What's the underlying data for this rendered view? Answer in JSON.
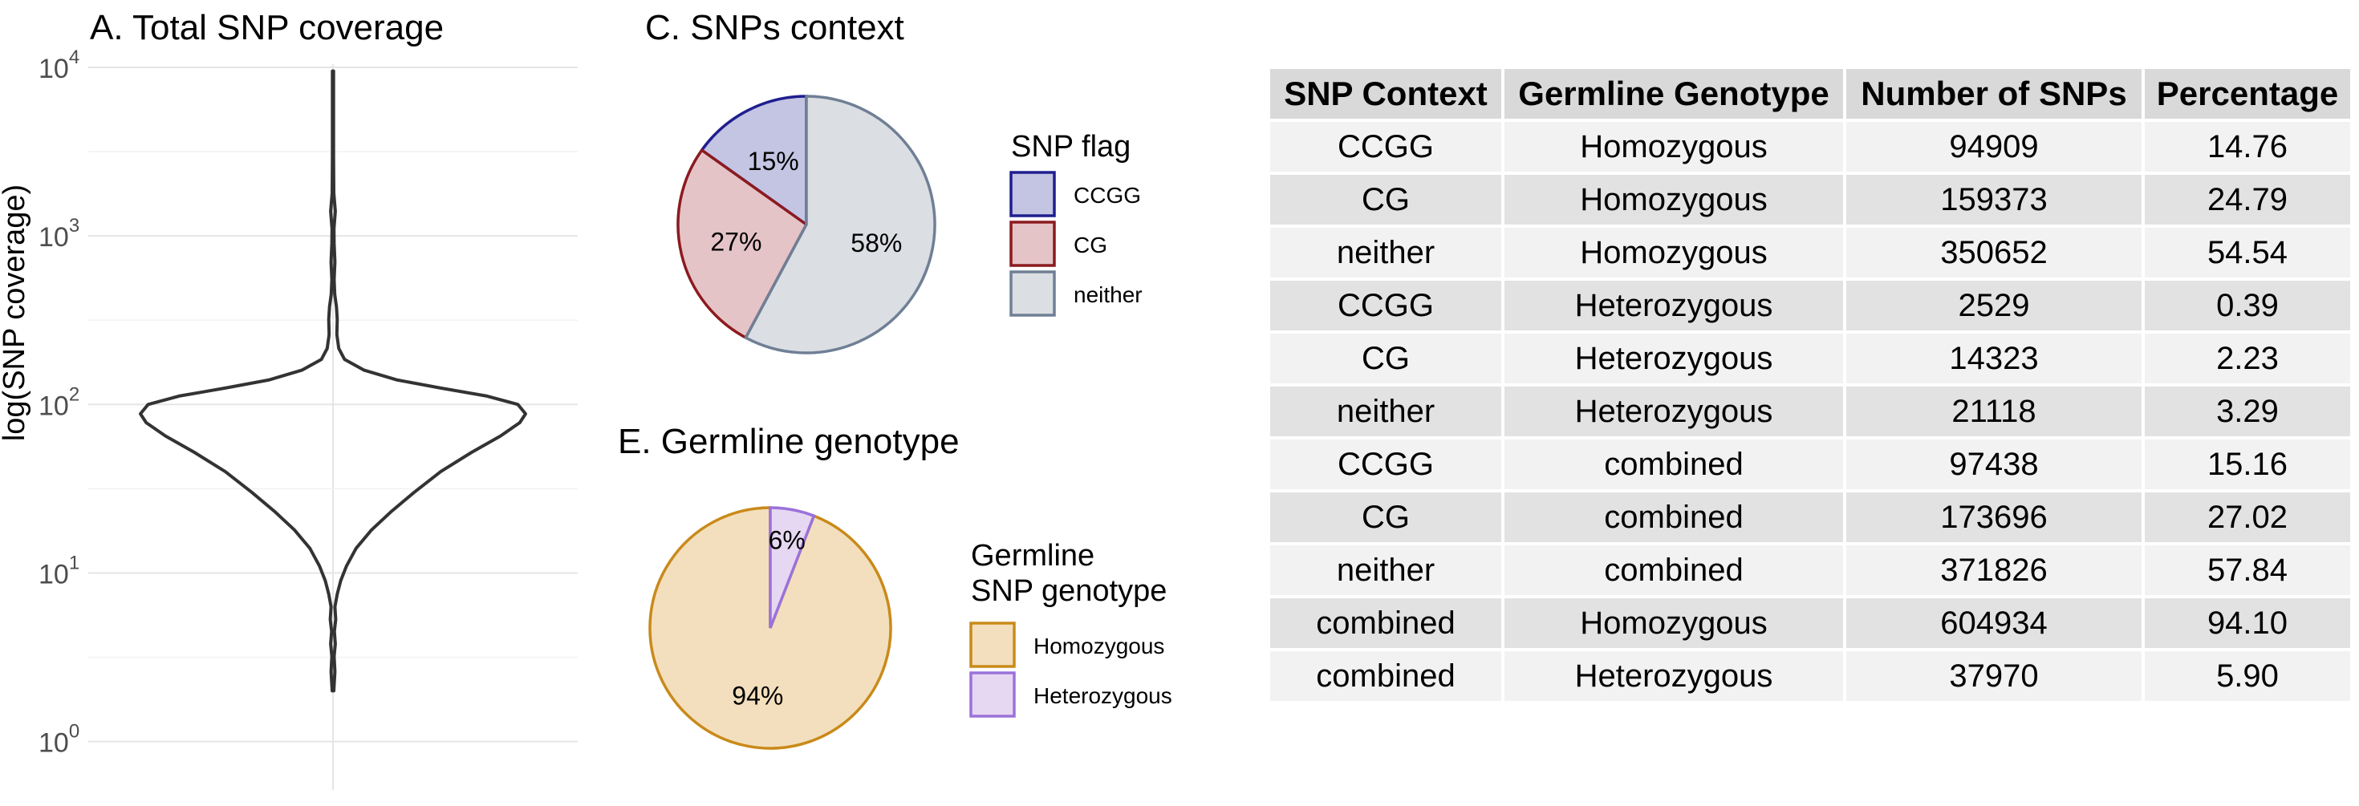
{
  "chart_data": [
    {
      "panel": "A",
      "type": "violin",
      "title": "A. Total SNP coverage",
      "ylabel": "log(SNP coverage)",
      "yscale": "log10",
      "ylim": [
        0.8,
        13000
      ],
      "yticks": [
        {
          "value": 1,
          "base": "10",
          "exp": "0"
        },
        {
          "value": 10,
          "base": "10",
          "exp": "1"
        },
        {
          "value": 100,
          "base": "10",
          "exp": "2"
        },
        {
          "value": 1000,
          "base": "10",
          "exp": "3"
        },
        {
          "value": 10000,
          "base": "10",
          "exp": "4"
        }
      ],
      "grid": true,
      "color": "#333333",
      "profile": [
        {
          "y": 2.0,
          "w": 0.004
        },
        {
          "y": 2.6,
          "w": 0.01
        },
        {
          "y": 3.2,
          "w": 0.006
        },
        {
          "y": 3.8,
          "w": 0.012
        },
        {
          "y": 4.5,
          "w": 0.007
        },
        {
          "y": 5.3,
          "w": 0.014
        },
        {
          "y": 6.3,
          "w": 0.01
        },
        {
          "y": 7.5,
          "w": 0.022
        },
        {
          "y": 9.0,
          "w": 0.04
        },
        {
          "y": 11,
          "w": 0.07
        },
        {
          "y": 14,
          "w": 0.12
        },
        {
          "y": 18,
          "w": 0.2
        },
        {
          "y": 23,
          "w": 0.3
        },
        {
          "y": 30,
          "w": 0.42
        },
        {
          "y": 40,
          "w": 0.56
        },
        {
          "y": 52,
          "w": 0.72
        },
        {
          "y": 65,
          "w": 0.87
        },
        {
          "y": 78,
          "w": 0.97
        },
        {
          "y": 88,
          "w": 1.0
        },
        {
          "y": 100,
          "w": 0.96
        },
        {
          "y": 112,
          "w": 0.8
        },
        {
          "y": 125,
          "w": 0.56
        },
        {
          "y": 140,
          "w": 0.33
        },
        {
          "y": 160,
          "w": 0.16
        },
        {
          "y": 185,
          "w": 0.06
        },
        {
          "y": 215,
          "w": 0.03
        },
        {
          "y": 260,
          "w": 0.02
        },
        {
          "y": 320,
          "w": 0.022
        },
        {
          "y": 380,
          "w": 0.018
        },
        {
          "y": 450,
          "w": 0.009
        },
        {
          "y": 550,
          "w": 0.006
        },
        {
          "y": 700,
          "w": 0.01
        },
        {
          "y": 900,
          "w": 0.006
        },
        {
          "y": 1100,
          "w": 0.005
        },
        {
          "y": 1400,
          "w": 0.012
        },
        {
          "y": 1800,
          "w": 0.004
        },
        {
          "y": 3000,
          "w": 0.003
        },
        {
          "y": 6000,
          "w": 0.003
        },
        {
          "y": 9500,
          "w": 0.003
        }
      ]
    },
    {
      "panel": "C",
      "type": "pie",
      "title": "C. SNPs context",
      "legend_title": "SNP flag",
      "legend_position": "right",
      "slices": [
        {
          "label": "CCGG",
          "value": 15.16,
          "text": "15%",
          "fill": "#c4c4e3",
          "stroke": "#1f1f8f"
        },
        {
          "label": "CG",
          "value": 27.02,
          "text": "27%",
          "fill": "#e4c4c7",
          "stroke": "#8b1a1f"
        },
        {
          "label": "neither",
          "value": 57.84,
          "text": "58%",
          "fill": "#dbdee3",
          "stroke": "#6f7f95"
        }
      ]
    },
    {
      "panel": "E",
      "type": "pie",
      "title": "E. Germline genotype",
      "legend_title": [
        "Germline",
        "SNP genotype"
      ],
      "legend_position": "right",
      "slices": [
        {
          "label": "Homozygous",
          "value": 94.1,
          "text": "94%",
          "fill": "#f3dfbd",
          "stroke": "#c98a1a"
        },
        {
          "label": "Heterozygous",
          "value": 5.9,
          "text": "6%",
          "fill": "#e6d8f2",
          "stroke": "#9b72d9"
        }
      ]
    },
    {
      "panel": "table",
      "type": "table",
      "columns": [
        "SNP Context",
        "Germline Genotype",
        "Number of SNPs",
        "Percentage"
      ],
      "rows": [
        [
          "CCGG",
          "Homozygous",
          "94909",
          "14.76"
        ],
        [
          "CG",
          "Homozygous",
          "159373",
          "24.79"
        ],
        [
          "neither",
          "Homozygous",
          "350652",
          "54.54"
        ],
        [
          "CCGG",
          "Heterozygous",
          "2529",
          "0.39"
        ],
        [
          "CG",
          "Heterozygous",
          "14323",
          "2.23"
        ],
        [
          "neither",
          "Heterozygous",
          "21118",
          "3.29"
        ],
        [
          "CCGG",
          "combined",
          "97438",
          "15.16"
        ],
        [
          "CG",
          "combined",
          "173696",
          "27.02"
        ],
        [
          "neither",
          "combined",
          "371826",
          "57.84"
        ],
        [
          "combined",
          "Homozygous",
          "604934",
          "94.10"
        ],
        [
          "combined",
          "Heterozygous",
          "37970",
          "5.90"
        ]
      ]
    }
  ]
}
